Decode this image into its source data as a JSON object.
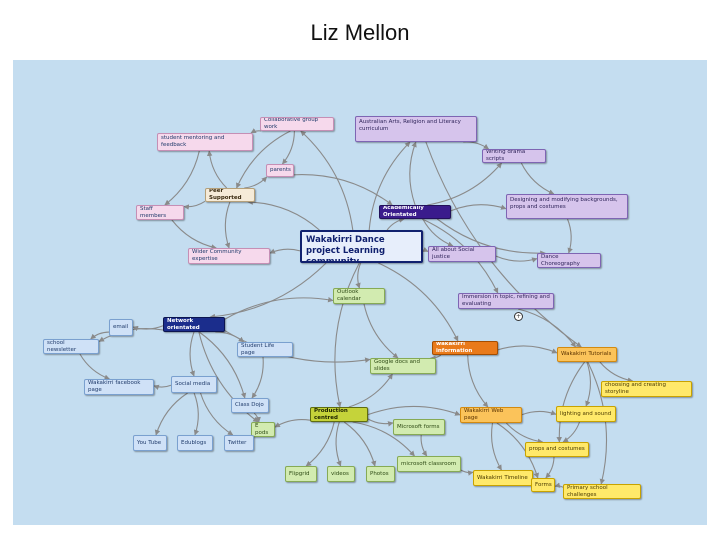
{
  "title": "Liz Mellon",
  "nodes": [
    {
      "id": "n1",
      "label": "Collaborative group work"
    },
    {
      "id": "n2",
      "label": "Australian Arts, Religion and Literacy curriculum"
    },
    {
      "id": "n3",
      "label": "student mentoring and feedback"
    },
    {
      "id": "n4",
      "label": "parents"
    },
    {
      "id": "n5",
      "label": "Writing drama scripts"
    },
    {
      "id": "n6",
      "label": "Peer Supported"
    },
    {
      "id": "n7",
      "label": "Designing and modifying backgrounds, props and costumes"
    },
    {
      "id": "n8",
      "label": "Staff members"
    },
    {
      "id": "n9",
      "label": "Academically Orientated"
    },
    {
      "id": "n10",
      "label": "Wakakirri Dance project Learning community"
    },
    {
      "id": "n11",
      "label": "Wider Community expertise"
    },
    {
      "id": "n12",
      "label": "All about Social justice"
    },
    {
      "id": "n13",
      "label": "Dance Choreography"
    },
    {
      "id": "n14",
      "label": "Outlook calendar"
    },
    {
      "id": "n15",
      "label": "Immersion in topic, refining and evaluating"
    },
    {
      "id": "n16",
      "label": "email"
    },
    {
      "id": "n17",
      "label": "Network orientated"
    },
    {
      "id": "n18",
      "label": "school newsletter"
    },
    {
      "id": "n19",
      "label": "Student Life page"
    },
    {
      "id": "n20",
      "label": "wakakirri information"
    },
    {
      "id": "n21",
      "label": "Wakakirri Tutorials"
    },
    {
      "id": "n22",
      "label": "Google docs and slides"
    },
    {
      "id": "n23",
      "label": "Wakakirri facebook page"
    },
    {
      "id": "n24",
      "label": "Social media"
    },
    {
      "id": "n25",
      "label": "choosing and creating storyline"
    },
    {
      "id": "n26",
      "label": "Class Dojo"
    },
    {
      "id": "n27",
      "label": "Production centred"
    },
    {
      "id": "n28",
      "label": "Wakakirri Web page"
    },
    {
      "id": "n29",
      "label": "lighting and sound"
    },
    {
      "id": "n30",
      "label": "Microsoft forms"
    },
    {
      "id": "n31",
      "label": "E pods"
    },
    {
      "id": "n32",
      "label": "You Tube"
    },
    {
      "id": "n33",
      "label": "Edublogs"
    },
    {
      "id": "n34",
      "label": "Twitter"
    },
    {
      "id": "n35",
      "label": "props and costumes"
    },
    {
      "id": "n36",
      "label": "microsoft classroom"
    },
    {
      "id": "n37",
      "label": "Flipgrid"
    },
    {
      "id": "n38",
      "label": "videos"
    },
    {
      "id": "n39",
      "label": "Photos"
    },
    {
      "id": "n40",
      "label": "Wakakirri Timeline"
    },
    {
      "id": "n41",
      "label": "Forms"
    },
    {
      "id": "n42",
      "label": "Primary school challenges"
    }
  ],
  "edges": [
    [
      "n10",
      "n1"
    ],
    [
      "n10",
      "n2"
    ],
    [
      "n10",
      "n6"
    ],
    [
      "n10",
      "n9"
    ],
    [
      "n10",
      "n11"
    ],
    [
      "n10",
      "n12"
    ],
    [
      "n10",
      "n14"
    ],
    [
      "n10",
      "n17"
    ],
    [
      "n10",
      "n27"
    ],
    [
      "n10",
      "n20"
    ],
    [
      "n1",
      "n3"
    ],
    [
      "n1",
      "n4"
    ],
    [
      "n1",
      "n6"
    ],
    [
      "n6",
      "n3"
    ],
    [
      "n6",
      "n4"
    ],
    [
      "n6",
      "n8"
    ],
    [
      "n6",
      "n11"
    ],
    [
      "n9",
      "n2"
    ],
    [
      "n9",
      "n5"
    ],
    [
      "n9",
      "n7"
    ],
    [
      "n9",
      "n13"
    ],
    [
      "n9",
      "n15"
    ],
    [
      "n9",
      "n12"
    ],
    [
      "n2",
      "n5"
    ],
    [
      "n2",
      "n21"
    ],
    [
      "n15",
      "n21"
    ],
    [
      "n12",
      "n13"
    ],
    [
      "n17",
      "n16"
    ],
    [
      "n17",
      "n18"
    ],
    [
      "n17",
      "n19"
    ],
    [
      "n17",
      "n24"
    ],
    [
      "n17",
      "n26"
    ],
    [
      "n17",
      "n22"
    ],
    [
      "n17",
      "n14"
    ],
    [
      "n17",
      "n31"
    ],
    [
      "n24",
      "n23"
    ],
    [
      "n24",
      "n32"
    ],
    [
      "n24",
      "n33"
    ],
    [
      "n24",
      "n34"
    ],
    [
      "n27",
      "n37"
    ],
    [
      "n27",
      "n38"
    ],
    [
      "n27",
      "n39"
    ],
    [
      "n27",
      "n30"
    ],
    [
      "n27",
      "n36"
    ],
    [
      "n27",
      "n31"
    ],
    [
      "n27",
      "n28"
    ],
    [
      "n27",
      "n22"
    ],
    [
      "n20",
      "n21"
    ],
    [
      "n20",
      "n28"
    ],
    [
      "n20",
      "n22"
    ],
    [
      "n21",
      "n25"
    ],
    [
      "n21",
      "n29"
    ],
    [
      "n21",
      "n35"
    ],
    [
      "n21",
      "n42"
    ],
    [
      "n28",
      "n40"
    ],
    [
      "n28",
      "n41"
    ],
    [
      "n28",
      "n35"
    ],
    [
      "n28",
      "n29"
    ],
    [
      "n8",
      "n11"
    ],
    [
      "n3",
      "n8"
    ],
    [
      "n14",
      "n22"
    ],
    [
      "n19",
      "n26"
    ],
    [
      "n36",
      "n40"
    ],
    [
      "n35",
      "n41"
    ],
    [
      "n42",
      "n41"
    ],
    [
      "n29",
      "n35"
    ],
    [
      "n18",
      "n23"
    ],
    [
      "n7",
      "n13"
    ],
    [
      "n5",
      "n7"
    ],
    [
      "n4",
      "n9"
    ],
    [
      "n16",
      "n18"
    ],
    [
      "n26",
      "n31"
    ],
    [
      "n30",
      "n36"
    ]
  ]
}
